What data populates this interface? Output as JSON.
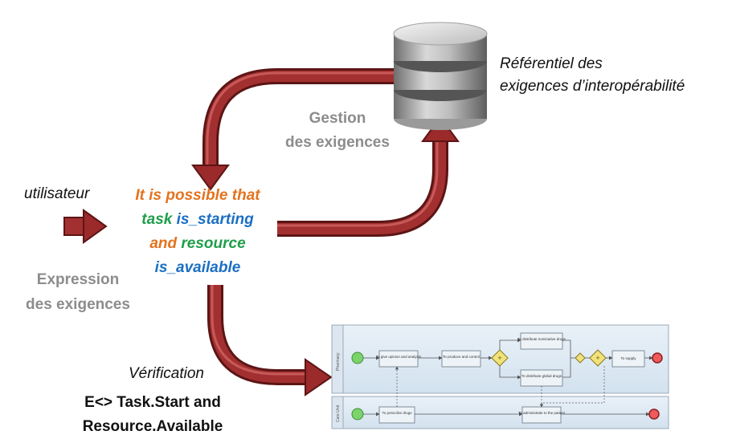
{
  "repository": {
    "line1": "Référentiel des",
    "line2": "exigences d’interopérabilité"
  },
  "management": {
    "line1": "Gestion",
    "line2": "des exigences"
  },
  "user": {
    "label": "utilisateur"
  },
  "requirement_phrase": {
    "line1": "It is possible that",
    "line2_a": "task",
    "line2_b": "is_starting",
    "line3_a": "and",
    "line3_b": "resource",
    "line4": "is_available"
  },
  "expression": {
    "line1": "Expression",
    "line2": "des exigences"
  },
  "verification": {
    "label": "Vérification",
    "formula_line1": "E<> Task.Start and",
    "formula_line2": "Resource.Available"
  },
  "bpmn": {
    "lane_top": "Pharmacy",
    "lane_bottom": "Care Unit",
    "tasks": {
      "give_opinion": "To give opinion and analysis",
      "produce_control": "To produce and control",
      "distribute_nominative": "To distribute nominative drugs",
      "distribute_global": "To distribute global drugs",
      "supply": "To supply",
      "prescribe": "To prescribe drugs",
      "administrate": "To administrate to the patient"
    }
  },
  "colors": {
    "arrow": "#9b2a2a",
    "orange": "#e3731f",
    "green": "#1f9e4a",
    "blue": "#1b6fc3",
    "gray": "#8c8c8c"
  }
}
